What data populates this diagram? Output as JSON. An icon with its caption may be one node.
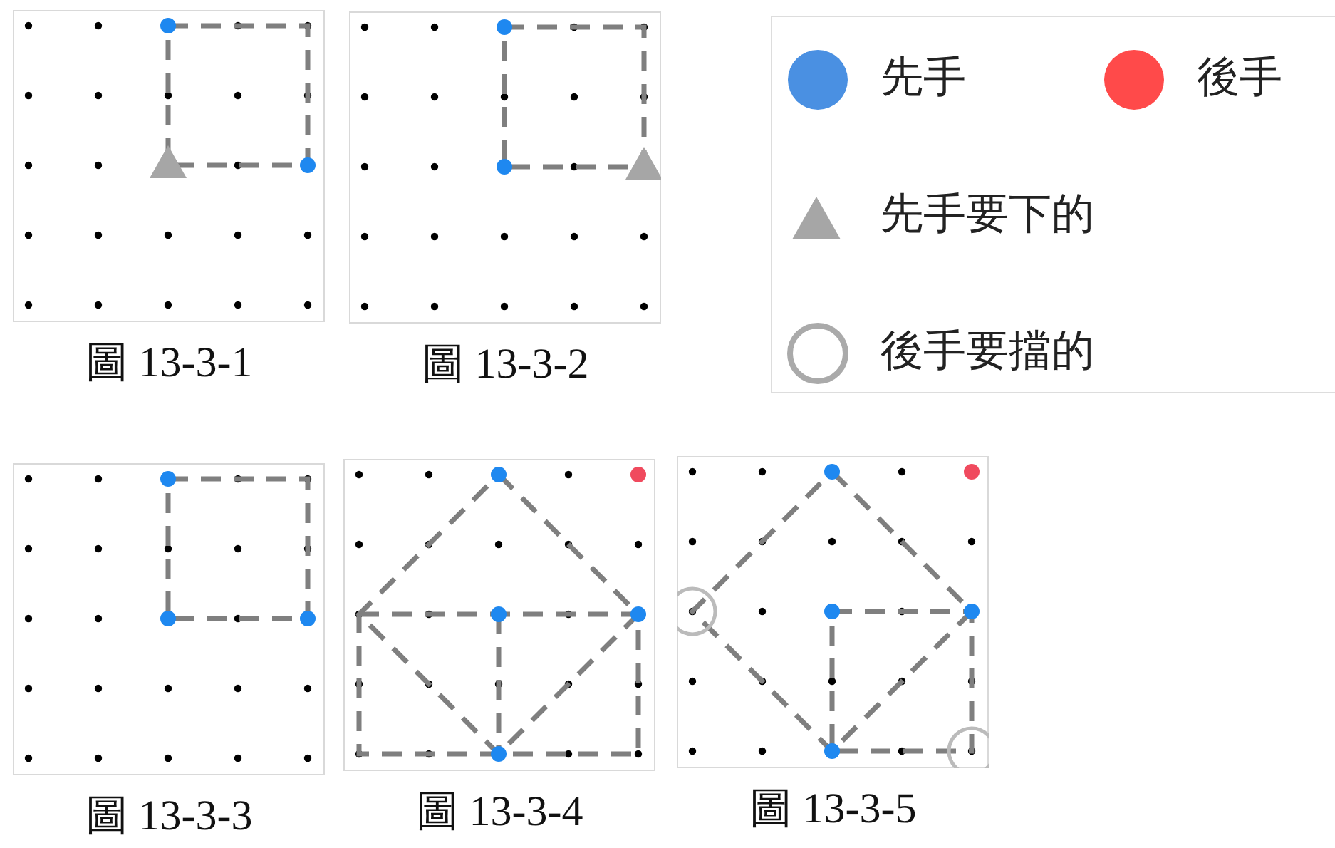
{
  "diagram": {
    "nodes": [
      {
        "text": [
          "圖 13-3-1"
        ]
      },
      {
        "text": [
          "圖 13-3-2"
        ]
      },
      {
        "text": [
          "圖 13-3-3"
        ]
      },
      {
        "text": [
          "圖 13-3-4"
        ]
      },
      {
        "text": [
          "圖 13-3-5"
        ]
      }
    ],
    "legend": [
      {
        "text": "先手",
        "color": "#4a90e2"
      },
      {
        "text": "後手",
        "color": "#ff4a4a"
      },
      {
        "text": "先手要下的"
      },
      {
        "text": "後手要擋的"
      }
    ]
  }
}
